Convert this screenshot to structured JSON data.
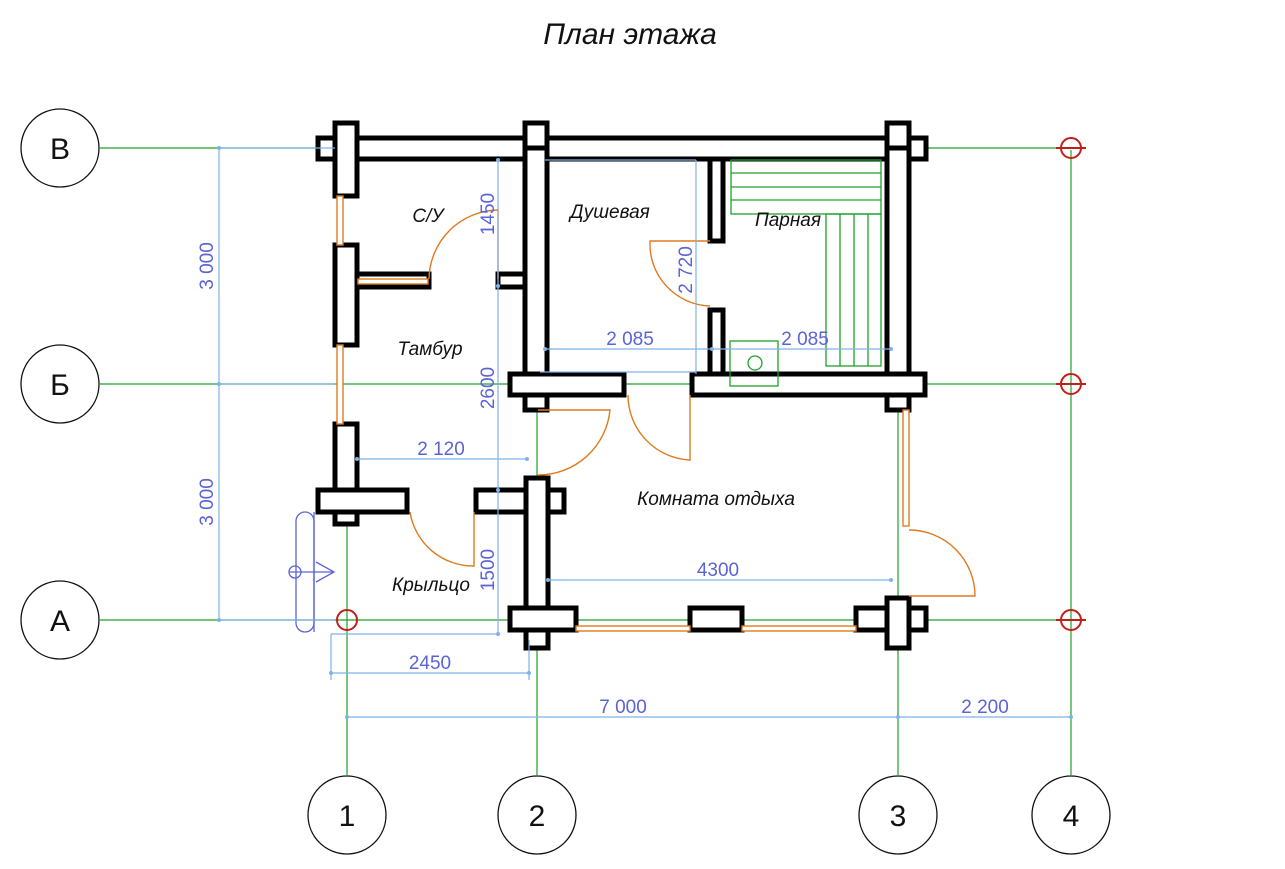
{
  "title": "План этажа",
  "axes": {
    "rows": [
      "В",
      "Б",
      "А"
    ],
    "columns": [
      "1",
      "2",
      "3",
      "4"
    ]
  },
  "rooms": {
    "wc": "С/У",
    "shower": "Душевая",
    "steam": "Парная",
    "vestibule": "Тамбур",
    "rest": "Комната отдыха",
    "porch": "Крыльцо"
  },
  "dimensions": {
    "left_upper": "3 000",
    "left_lower": "3 000",
    "wc_height": "1450",
    "shower_height": "2 720",
    "shower_width": "2 085",
    "steam_width": "2 085",
    "vestibule_height": "2600",
    "vestibule_width": "2 120",
    "porch_height": "1500",
    "rest_width": "4300",
    "porch_width": "2450",
    "total_width": "7 000",
    "extension_width": "2 200"
  },
  "colors": {
    "grid": "#1fa12a",
    "dimension_line": "#7fb2ea",
    "dimension_text": "#5a63d8",
    "door": "#e07a1f",
    "axis_marker": "#c0201a"
  }
}
